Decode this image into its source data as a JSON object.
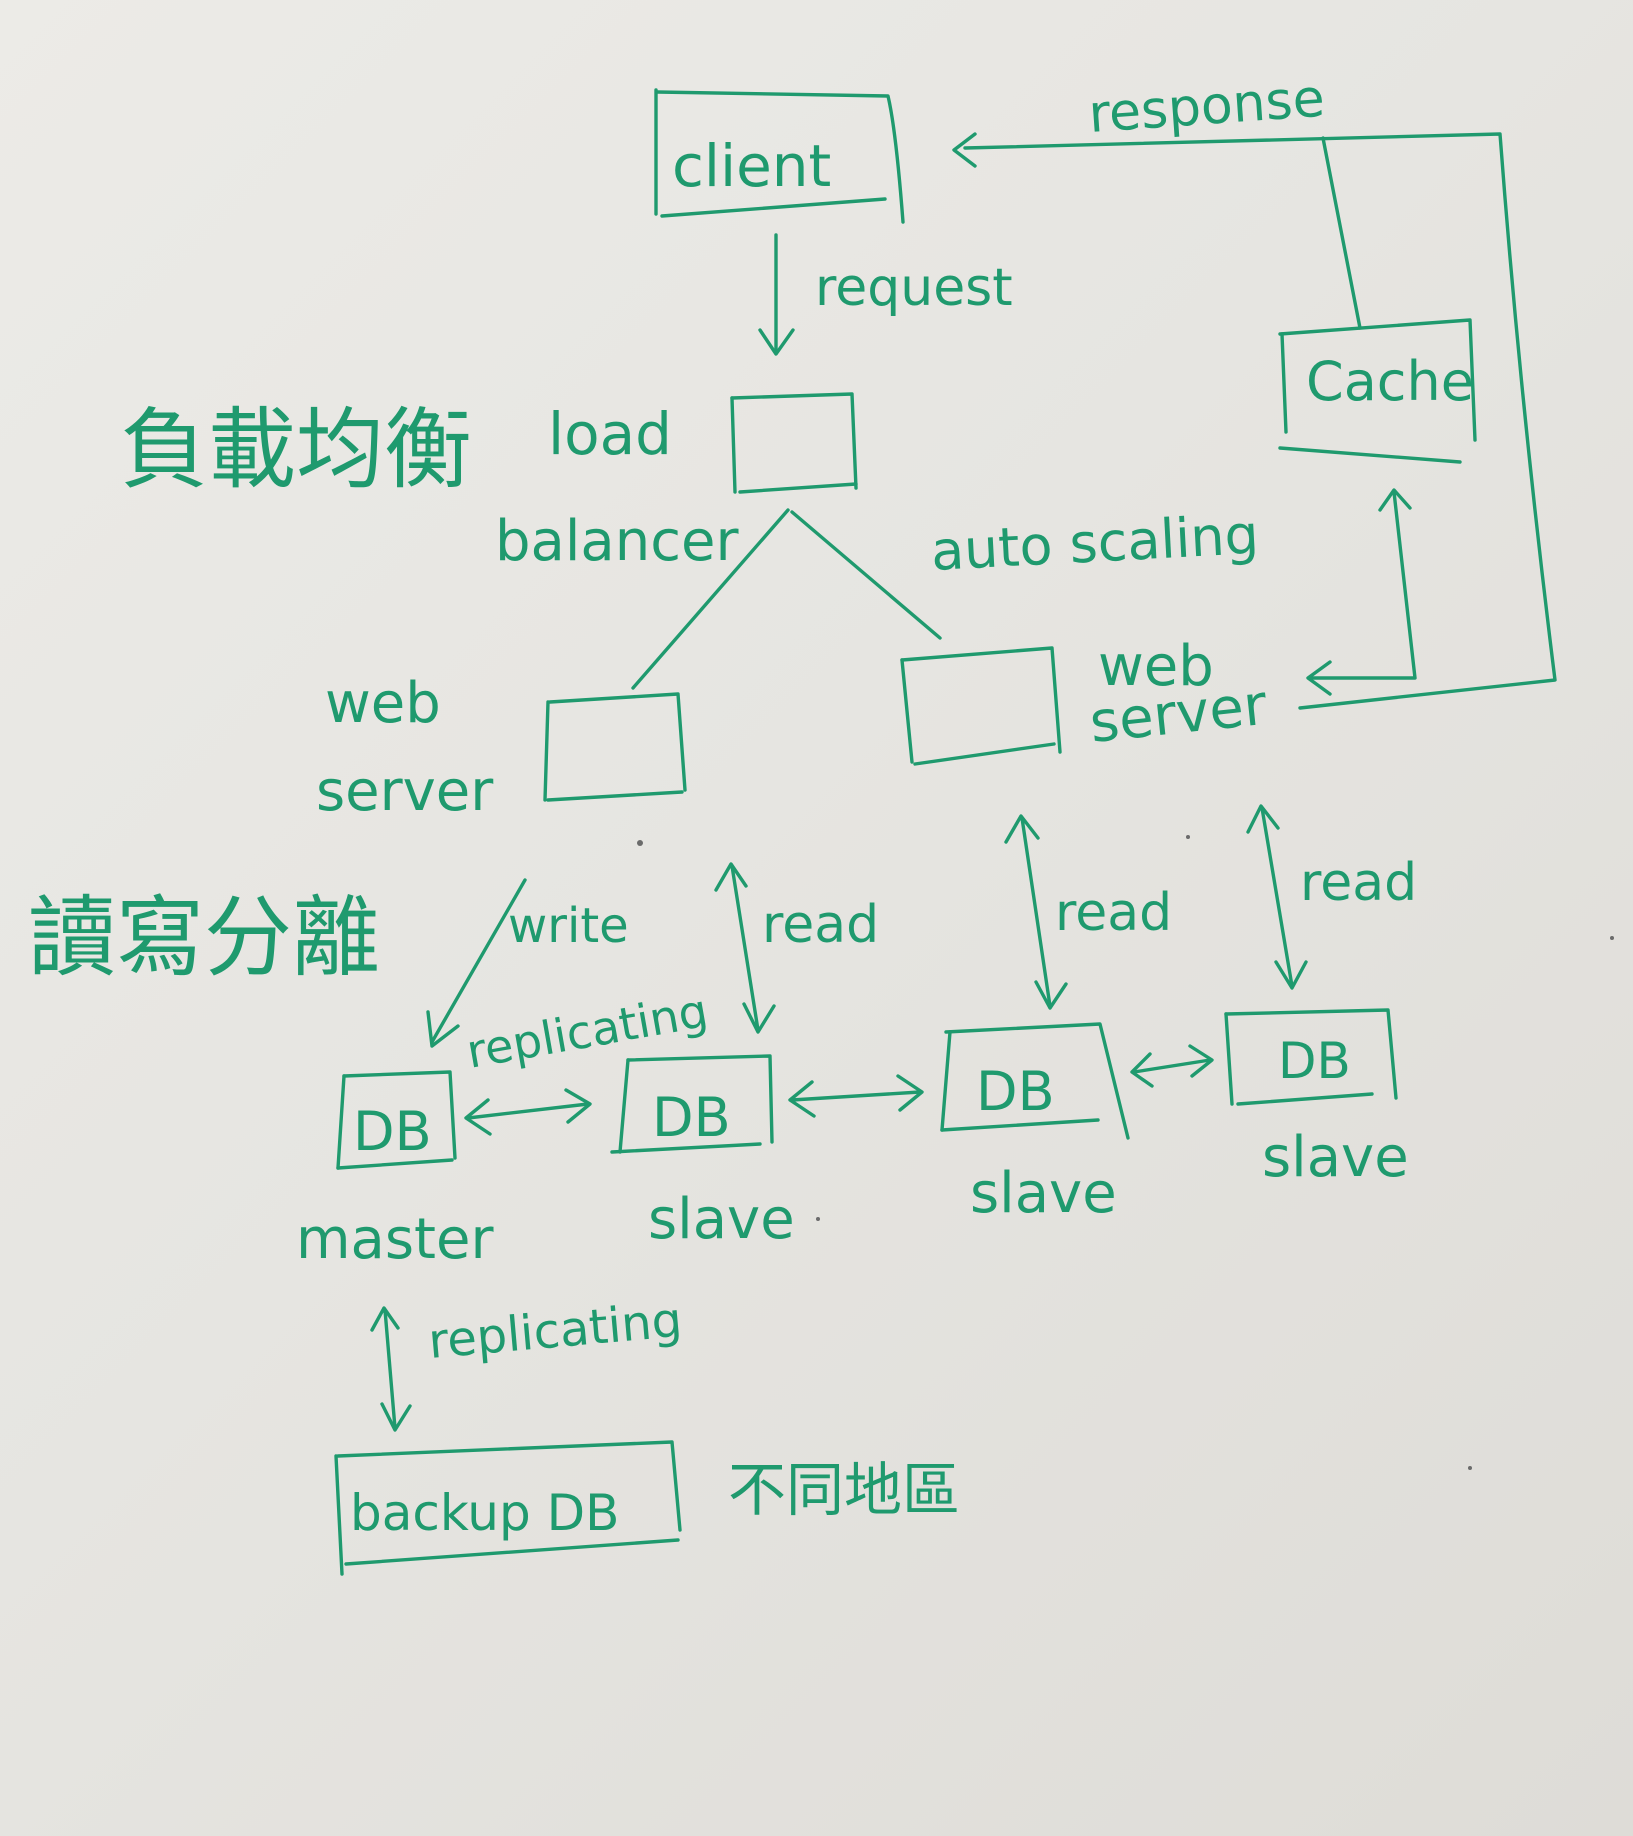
{
  "ink_color": "#1f9a6e",
  "paper_color": "#e8e7e3",
  "labels": {
    "client": "client",
    "request": "request",
    "response": "response",
    "load_balancer_zh": "負載均衡",
    "load": "load",
    "balancer": "balancer",
    "auto_scaling": "auto scaling",
    "web_left": "web",
    "server_left": "server",
    "web_right": "web",
    "server_right": "server",
    "cache": "Cache",
    "rw_split_zh": "讀寫分離",
    "write": "write",
    "read": "read",
    "replicating": "replicating",
    "db": "DB",
    "master": "master",
    "slave": "slave",
    "backup_db": "backup DB",
    "diff_region_zh": "不同地區"
  }
}
